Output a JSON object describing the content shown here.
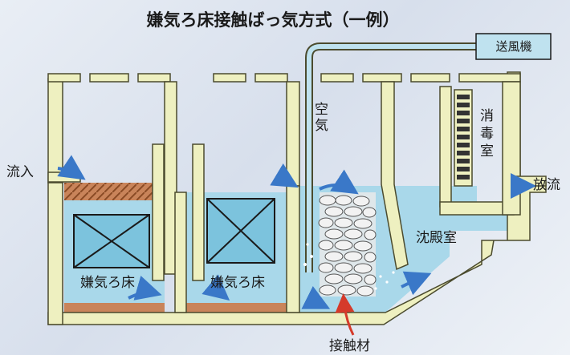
{
  "title": "嫌気ろ床接触ばっ気方式（一例）",
  "labels": {
    "blower": "送風機",
    "air_1": "空",
    "air_2": "気",
    "disinfection_1": "消",
    "disinfection_2": "毒",
    "disinfection_3": "室",
    "inflow": "流入",
    "discharge": "放流",
    "anaerobic_bed_1": "嫌気ろ床",
    "anaerobic_bed_2": "嫌気ろ床",
    "settling": "沈殿室",
    "contact_media": "接触材"
  },
  "colors": {
    "wall": "#eef0c0",
    "wall_stroke": "#4b4b2e",
    "water": "#a9d8ea",
    "water_deep": "#7cc3dd",
    "sludge": "#c9845a",
    "scum": "#b87040",
    "arrow": "#3a78c8",
    "media_arrow": "#d53a2a",
    "blower_box": "#bfe2ef"
  }
}
